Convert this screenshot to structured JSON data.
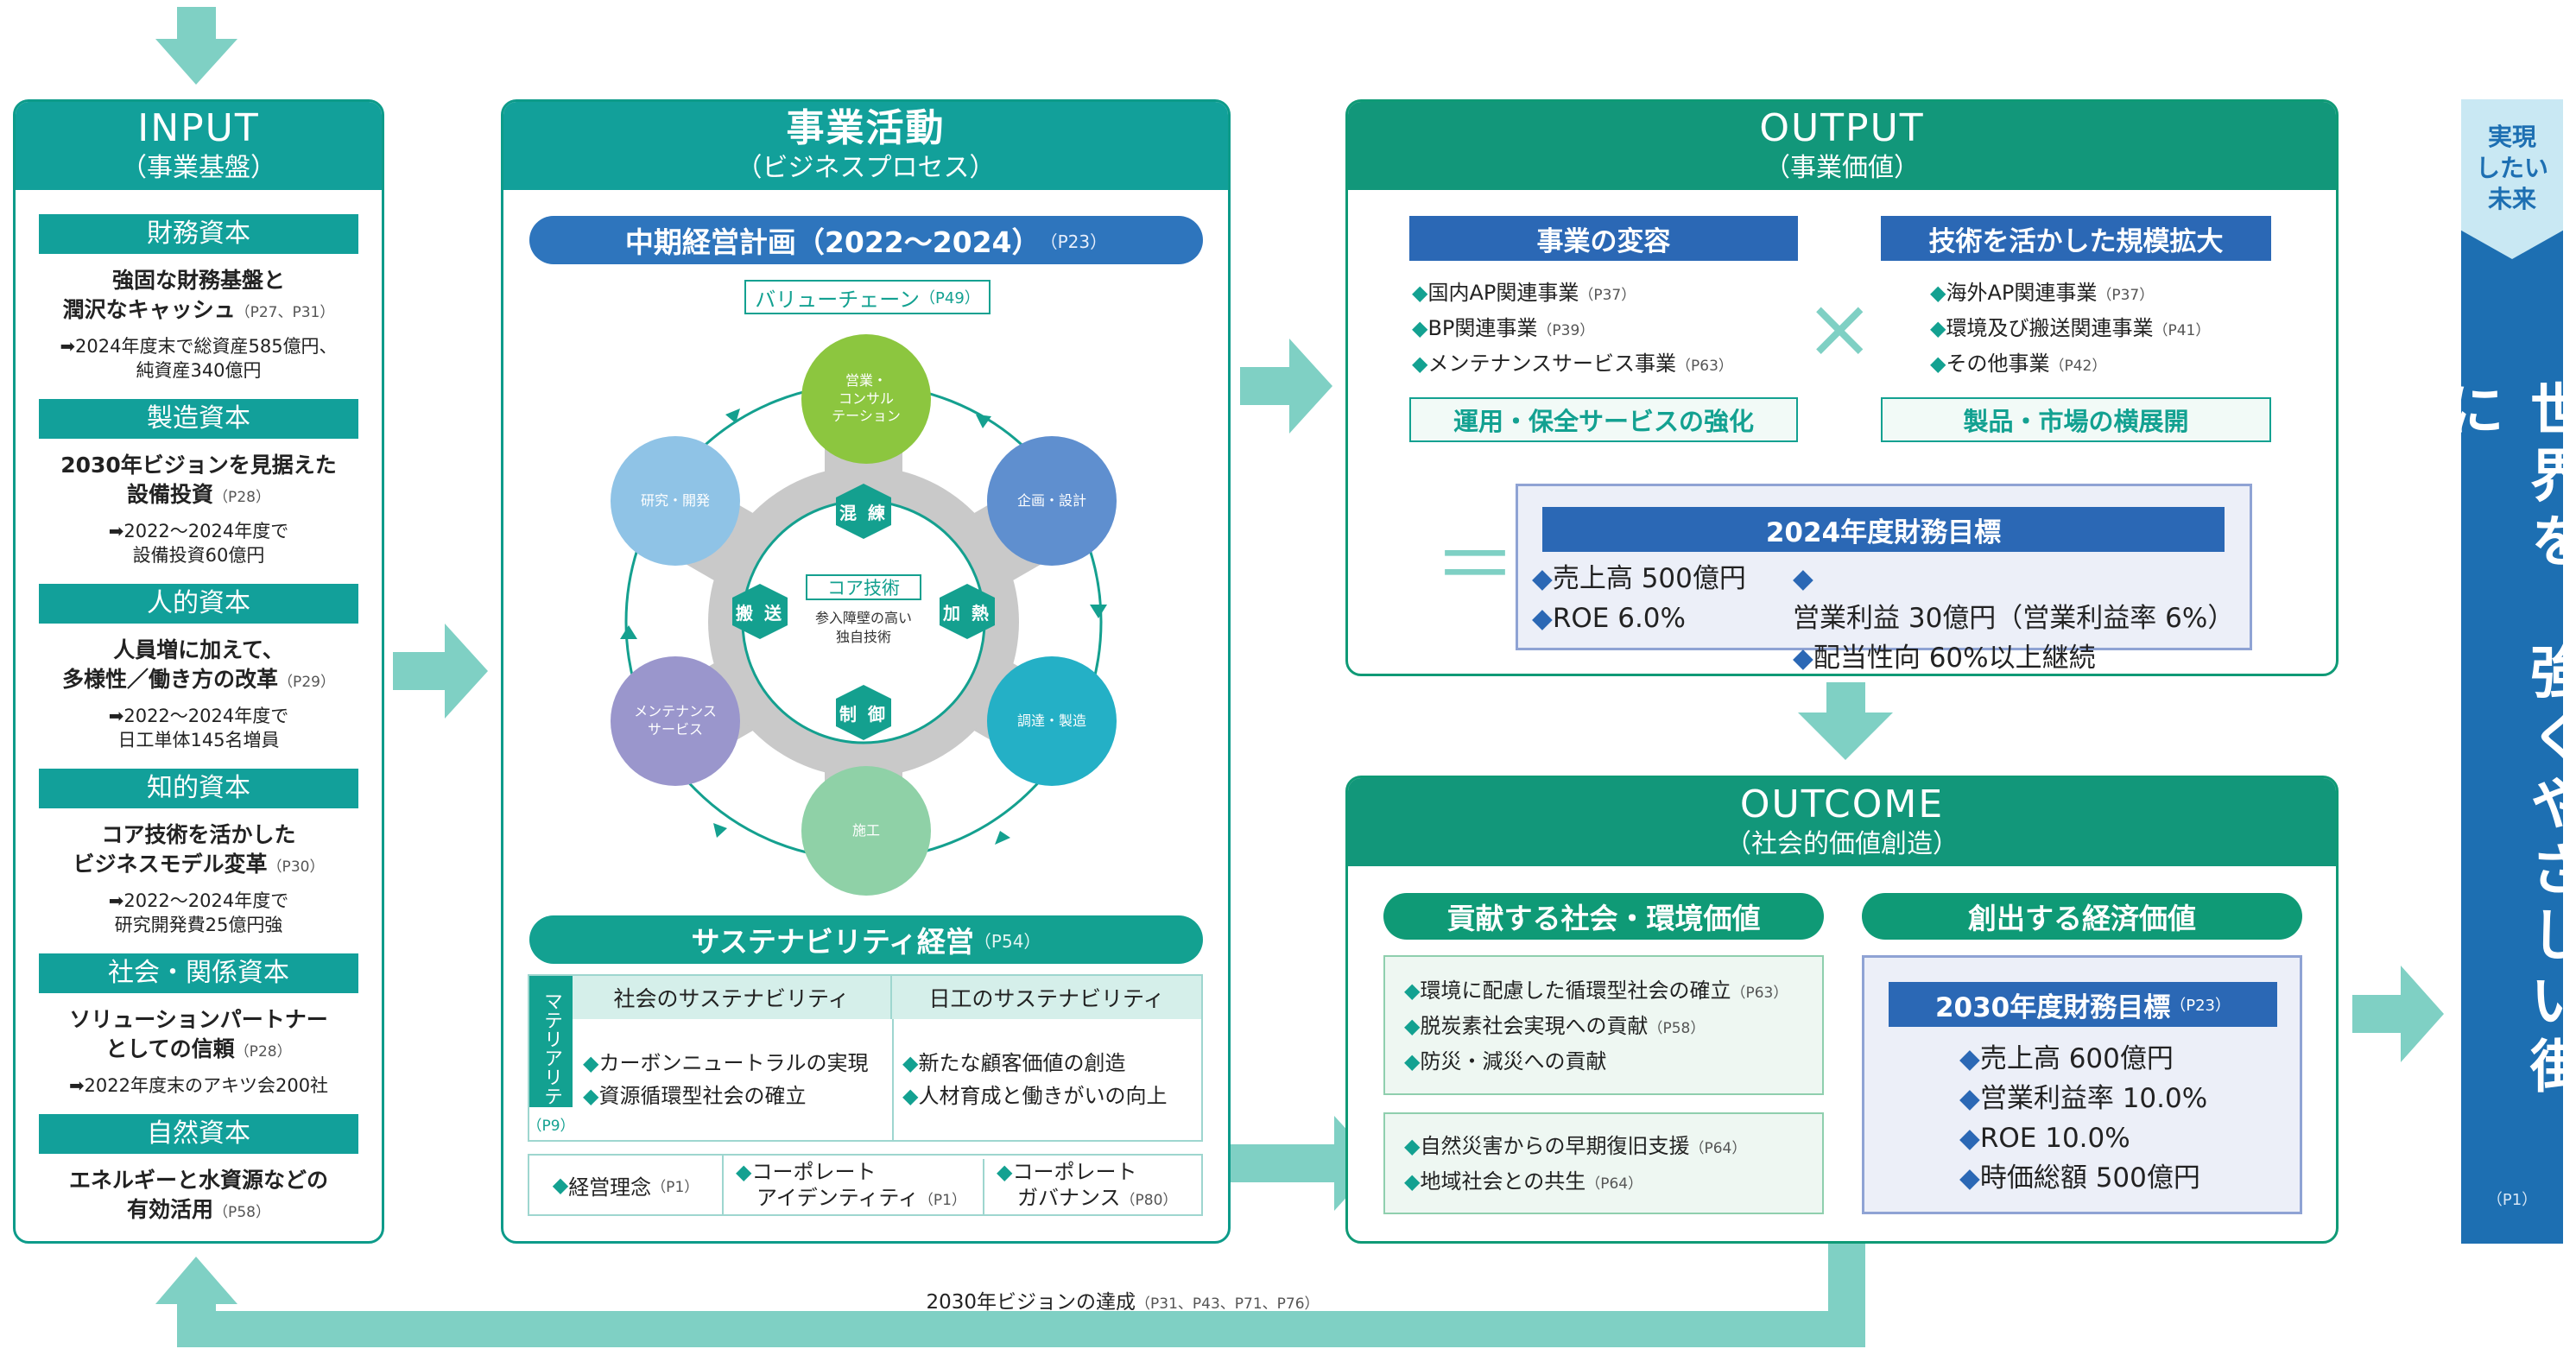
{
  "colors": {
    "teal": "#12a09a",
    "green": "#0f9a76",
    "blue": "#2e75bd",
    "navy": "#1d6fb2",
    "arrow": "#7fd0c4"
  },
  "input": {
    "title": "INPUT",
    "subtitle": "（事業基盤）",
    "capitals": [
      {
        "name": "財務資本",
        "line1": "強固な財務基盤と",
        "line2": "潤沢なキャッシュ",
        "ref": "（P27、P31）",
        "note1": "➡2024年度末で総資産585億円、",
        "note2": "純資産340億円"
      },
      {
        "name": "製造資本",
        "line1": "2030年ビジョンを見据えた",
        "line2": "設備投資",
        "ref": "（P28）",
        "note1": "➡2022～2024年度で",
        "note2": "設備投資60億円"
      },
      {
        "name": "人的資本",
        "line1": "人員増に加えて、",
        "line2": "多様性／働き方の改革",
        "ref": "（P29）",
        "note1": "➡2022～2024年度で",
        "note2": "日工単体145名増員"
      },
      {
        "name": "知的資本",
        "line1": "コア技術を活かした",
        "line2": "ビジネスモデル変革",
        "ref": "（P30）",
        "note1": "➡2022～2024年度で",
        "note2": "研究開発費25億円強"
      },
      {
        "name": "社会・関係資本",
        "line1": "ソリューションパートナー",
        "line2": "としての信頼",
        "ref": "（P28）",
        "note1": "➡2022年度末のアキツ会200社",
        "note2": ""
      },
      {
        "name": "自然資本",
        "line1": "エネルギーと水資源などの",
        "line2": "有効活用",
        "ref": "（P58）",
        "note1": "",
        "note2": ""
      }
    ]
  },
  "business": {
    "title": "事業活動",
    "subtitle": "（ビジネスプロセス）",
    "plan": "中期経営計画（2022～2024）",
    "plan_ref": "（P23）",
    "value_chain": "バリューチェーン",
    "value_chain_ref": "（P49）",
    "nodes": {
      "sales": "営業・\nコンサル\nテーション",
      "planning": "企画・設計",
      "procure": "調達・製造",
      "construct": "施工",
      "maint": "メンテナンス\nサービス",
      "rnd": "研究・開発"
    },
    "hex": {
      "top": "混 練",
      "left": "搬 送",
      "right": "加 熱",
      "bottom": "制 御"
    },
    "core": "コア技術",
    "core_sub1": "参入障壁の高い",
    "core_sub2": "独自技術",
    "sustain": "サステナビリティ経営",
    "sustain_ref": "（P54）",
    "materiality": "マテリアリティ",
    "materiality_ref": "（P9）",
    "social_head": "社会のサステナビリティ",
    "nikko_head": "日工のサステナビリティ",
    "social_items": [
      "カーボンニュートラルの実現",
      "資源循環型社会の確立"
    ],
    "nikko_items": [
      "新たな顧客価値の創造",
      "人材育成と働きがいの向上"
    ],
    "bottom": [
      {
        "label": "経営理念",
        "ref": "（P1）"
      },
      {
        "label1": "コーポレート",
        "label2": "アイデンティティ",
        "ref": "（P1）"
      },
      {
        "label1": "コーポレート",
        "label2": "ガバナンス",
        "ref": "（P80）"
      }
    ]
  },
  "output": {
    "title": "OUTPUT",
    "subtitle": "（事業価値）",
    "left_head": "事業の変容",
    "right_head": "技術を活かした規模拡大",
    "left_items": [
      {
        "t": "国内AP関連事業",
        "r": "（P37）"
      },
      {
        "t": "BP関連事業",
        "r": "（P39）"
      },
      {
        "t": "メンテナンスサービス事業",
        "r": "（P63）"
      }
    ],
    "right_items": [
      {
        "t": "海外AP関連事業",
        "r": "（P37）"
      },
      {
        "t": "環境及び搬送関連事業",
        "r": "（P41）"
      },
      {
        "t": "その他事業",
        "r": "（P42）"
      }
    ],
    "times": "×",
    "equals": "＝",
    "left_foot": "運用・保全サービスの強化",
    "right_foot": "製品・市場の横展開",
    "fin_title": "2024年度財務目標",
    "fin_items": [
      "売上高 500億円",
      "営業利益 30億円（営業利益率 6%）",
      "ROE 6.0%",
      "配当性向 60%以上継続"
    ]
  },
  "outcome": {
    "title": "OUTCOME",
    "subtitle": "（社会的価値創造）",
    "left_head": "貢献する社会・環境価値",
    "right_head": "創出する経済価値",
    "env_items": [
      {
        "t": "環境に配慮した循環型社会の確立",
        "r": "（P63）"
      },
      {
        "t": "脱炭素社会実現への貢献",
        "r": "（P58）"
      },
      {
        "t": "防災・減災への貢献",
        "r": ""
      }
    ],
    "soc_items": [
      {
        "t": "自然災害からの早期復旧支援",
        "r": "（P64）"
      },
      {
        "t": "地域社会との共生",
        "r": "（P64）"
      }
    ],
    "fin_title": "2030年度財務目標",
    "fin_ref": "（P23）",
    "fin_items": [
      "売上高 600億円",
      "営業利益率 10.0%",
      "ROE 10.0%",
      "時価総額 500億円"
    ]
  },
  "future": {
    "head": "実現\nしたい\n未来",
    "vision": "世界を、強くやさしい街に",
    "ref": "（P1）"
  },
  "feedback": {
    "label": "2030年ビジョンの達成",
    "ref": "（P31、P43、P71、P76）"
  }
}
